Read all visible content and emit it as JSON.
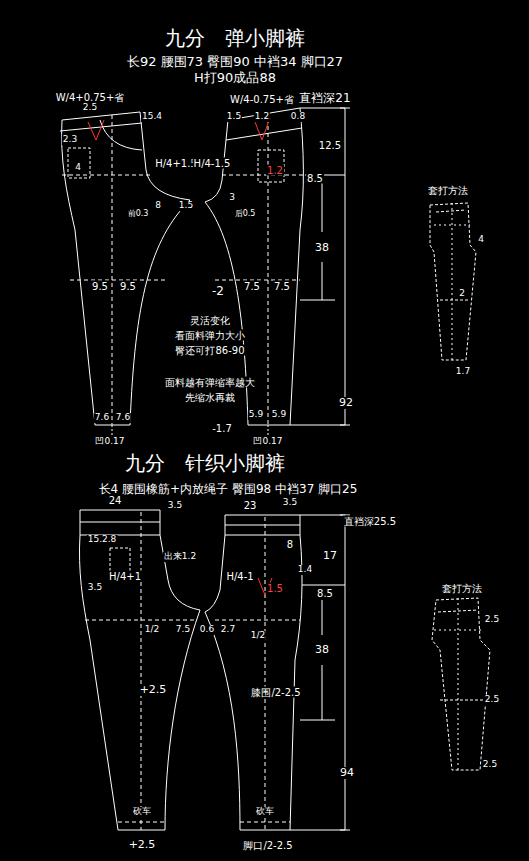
{
  "diagram": {
    "title": "九分　弹小脚裤",
    "labels": [
      "长92 腰围73 臀围90 中裆34 脚口27",
      "H打90成品88",
      "W/4+0.75+省",
      "W/4-0.75+省",
      "直裆深21",
      "2.5",
      "1.5",
      "1.2",
      "0.8",
      "15.4",
      "2.3",
      "12.5",
      "8.5",
      "H/4+1.5",
      "H/4-1.5",
      "4",
      "1.2",
      "8",
      "1.5",
      "3",
      "前0.3",
      "后0.5",
      "38",
      "9.5",
      "9.5",
      "7.5",
      "7.5",
      "-2",
      "灵活变化",
      "看面料弹力大小",
      "臀还可打86-90",
      "面料越有弹缩率越大",
      "先缩水再裁",
      "92",
      "7.6",
      "7.6",
      "5.9",
      "5.9",
      "-1.7",
      "凹0.17",
      "凹0.17",
      "套打方法",
      "4",
      "2",
      "1.7",
      "九分　针织小脚裤",
      "长4 腰围橡筋+内放绳子 臀围98 中裆37 脚口25",
      "24",
      "3.5",
      "15.2.8",
      "23",
      "3.5",
      "直裆深25.5",
      "8",
      "出来1.2",
      "17",
      "H/4+1",
      "H/4-1",
      "1.4",
      "3.5",
      "1.5",
      "8.5",
      "1/2",
      "7.5",
      "0.6",
      "2.7",
      "1/2",
      "38",
      "+2.5",
      "膝围/2-2.5",
      "94",
      "砍车",
      "+2.5",
      "砍车",
      "脚口/2-2.5",
      "套打方法",
      "2.5",
      "2.5",
      "2.5"
    ]
  }
}
